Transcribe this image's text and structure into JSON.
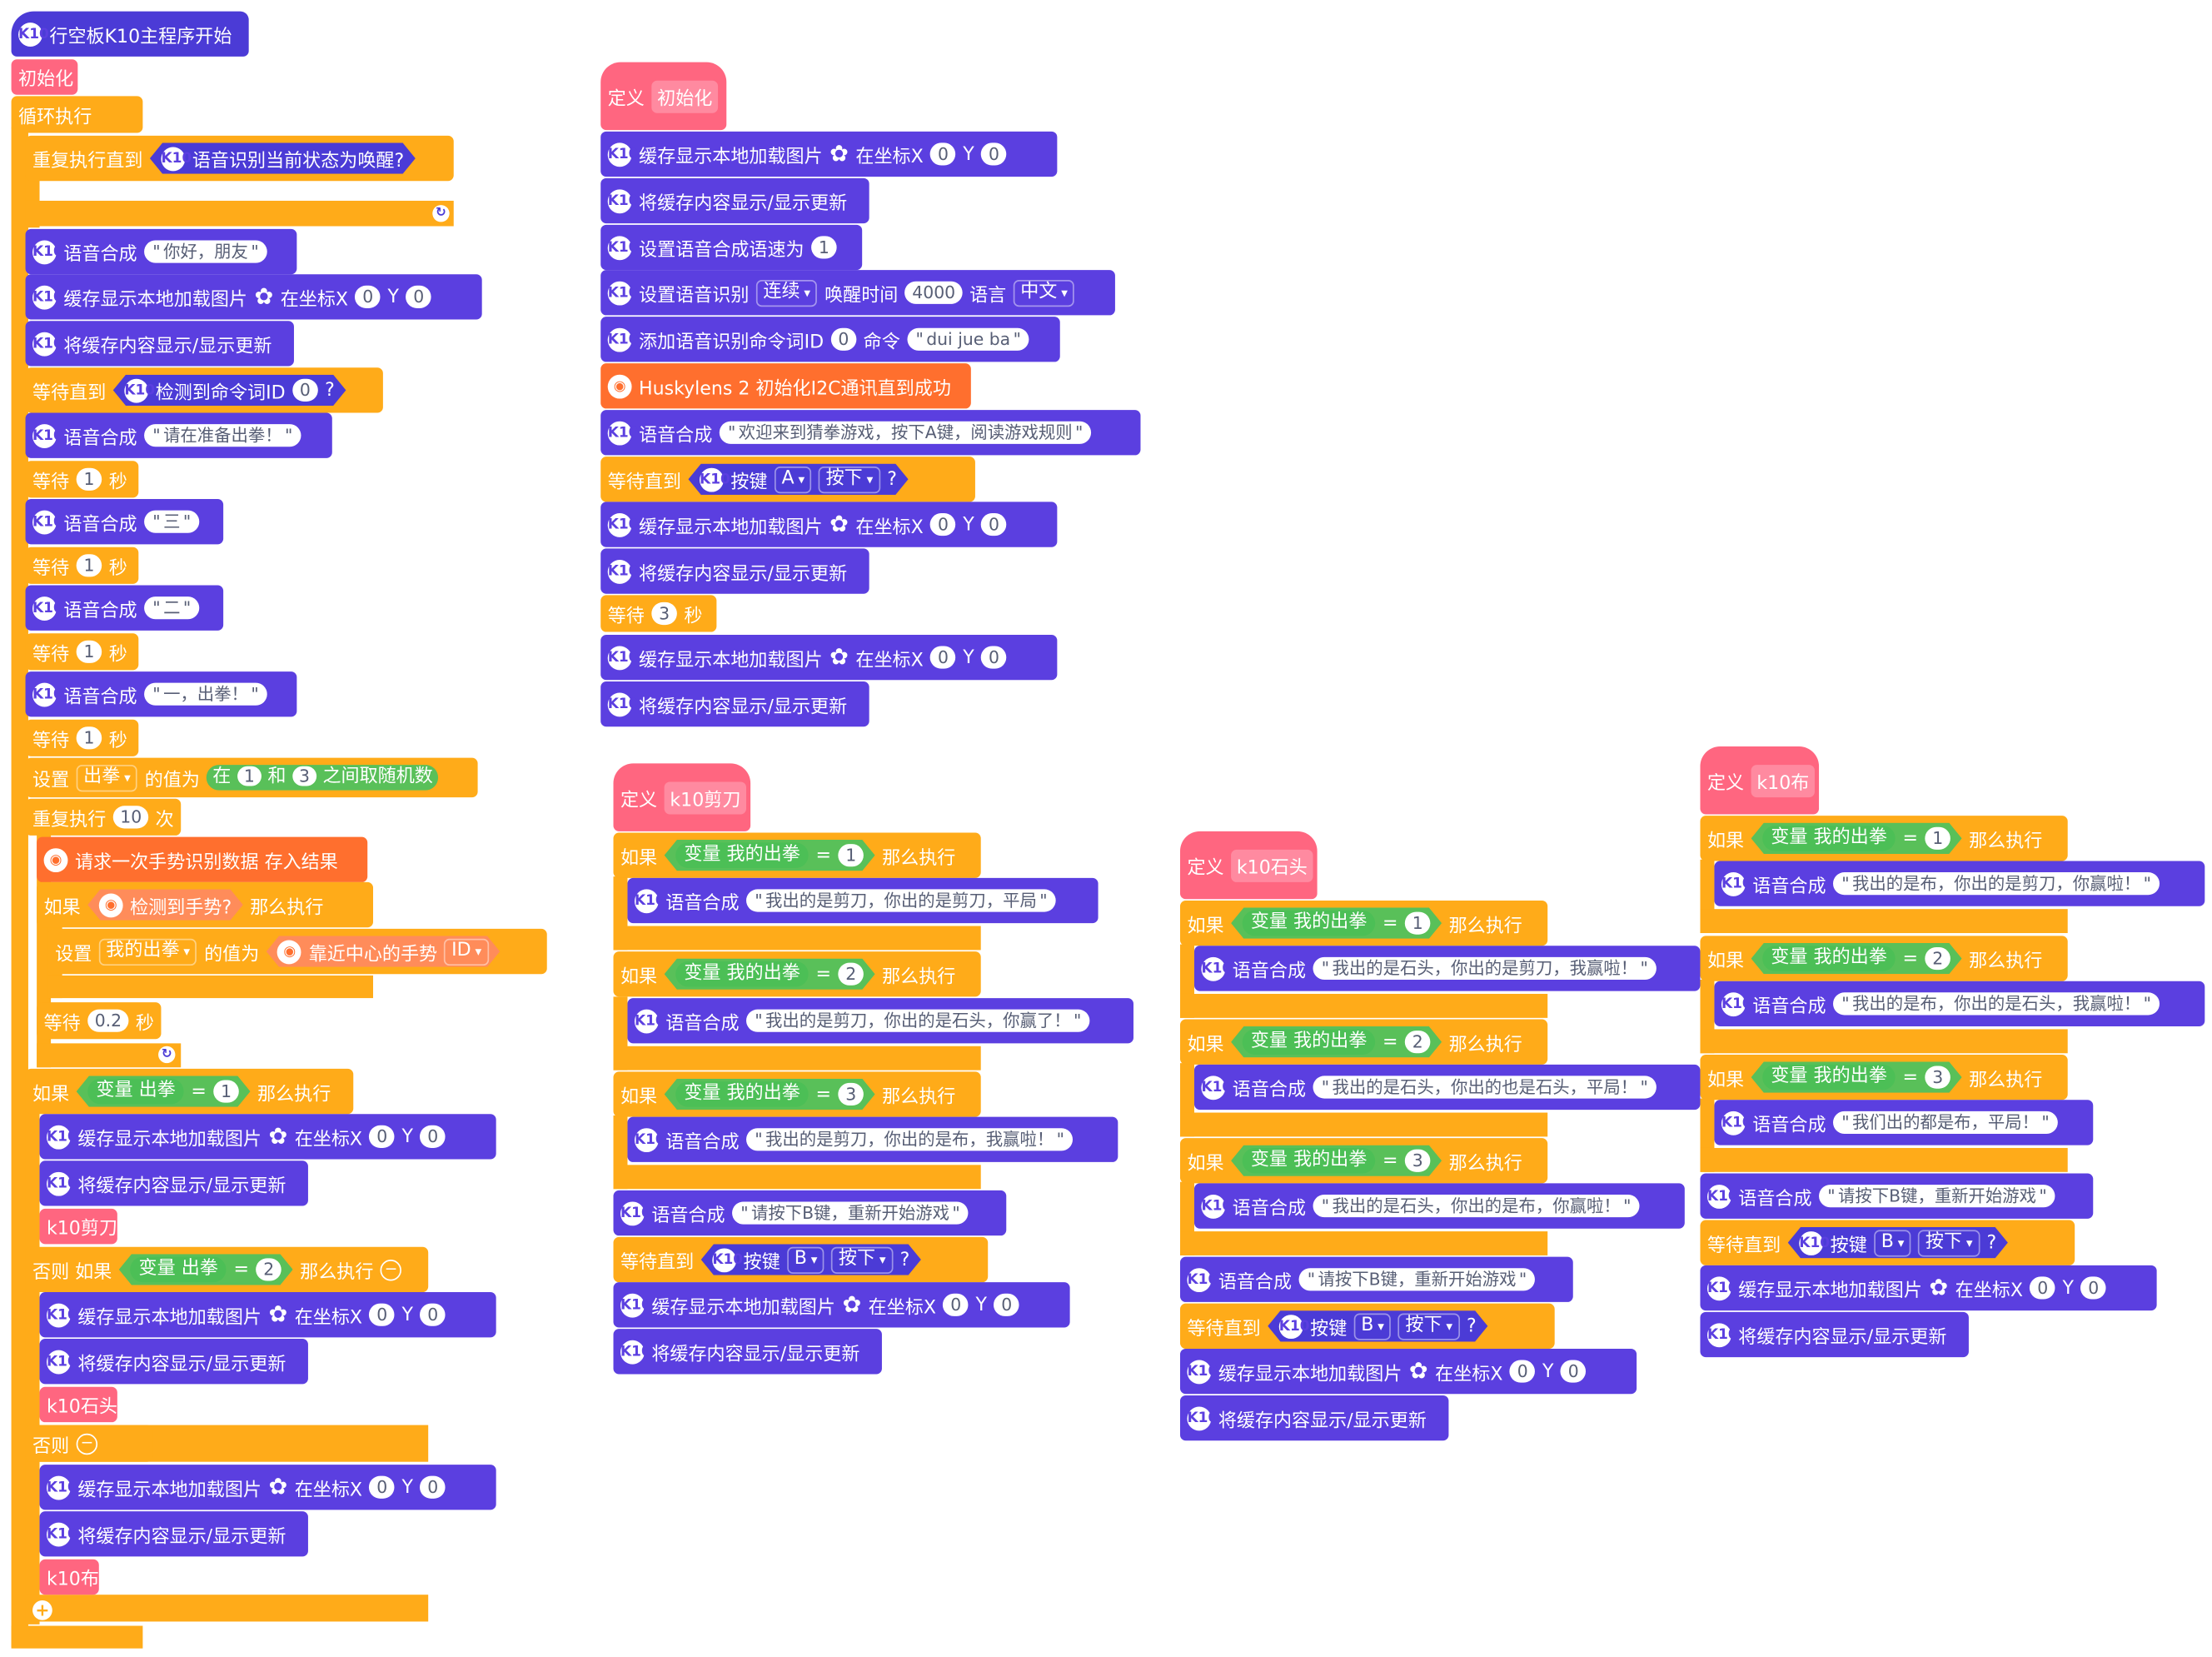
{
  "lbl": {
    "init": "初始化",
    "loop": "循环执行",
    "repeat_until": "重复执行直到",
    "wait_until": "等待直到",
    "wait": "等待",
    "sec": "秒",
    "tts": "语音合成",
    "cache_img": "缓存显示本地加载图片",
    "at_x": "在坐标X",
    "y": "Y",
    "show_update": "将缓存内容显示/显示更新",
    "set": "设置",
    "value_to": "的值为",
    "rand_in": "在",
    "and": "和",
    "rand_between": "之间取随机数",
    "repeat": "重复执行",
    "times": "次",
    "if": "如果",
    "then": "那么执行",
    "else_if": "否则 如果",
    "else": "否则",
    "var": "变量",
    "eq": "=",
    "define": "定义",
    "button": "按键",
    "pressed": "按下",
    "qmark": "?",
    "id_label": "ID",
    "k10_badge": "K10",
    "num_0": "0",
    "num_1": "1",
    "num_2": "2",
    "num_3": "3",
    "num_4000": "4000",
    "num_10": "10",
    "num_02": "0.2"
  },
  "main": {
    "hat": "行空板K10主程序开始",
    "wake_status": "语音识别当前状态为唤醒?",
    "s_hello": "你好，朋友",
    "detect_cmd": "检测到命令词ID",
    "s_ready": "请在准备出拳！",
    "s_three": "三",
    "s_two": "二",
    "s_one": "一，出拳！",
    "var_chuquan": "出拳",
    "husky_request": "请求一次手势识别数据 存入结果",
    "husky_detected": "检测到手势?",
    "var_mine": "我的出拳",
    "husky_nearest": "靠近中心的手势",
    "call_scissors": "k10剪刀",
    "call_rock": "k10石头",
    "call_paper": "k10布"
  },
  "init_def": {
    "name": "初始化",
    "set_speed": "设置语音合成语速为",
    "speech_set": "设置语音识别",
    "mode": "连续",
    "wake_time": "唤醒时间",
    "lang": "语言",
    "lang_val": "中文",
    "add_cmd": "添加语音识别命令词ID",
    "cmd": "命令",
    "cmd_val": "dui jue ba",
    "husky_init": "Huskylens 2 初始化I2C通讯直到成功",
    "welcome": "欢迎来到猜拳游戏，按下A键，阅读游戏规则",
    "key_a": "A"
  },
  "scissors_def": {
    "name": "k10剪刀",
    "s1": "我出的是剪刀，你出的是剪刀，平局",
    "s2": "我出的是剪刀，你出的是石头，你赢了！",
    "s3": "我出的是剪刀，你出的是布，我赢啦！",
    "restart": "请按下B键，重新开始游戏",
    "key_b": "B"
  },
  "rock_def": {
    "name": "k10石头",
    "s1": "我出的是石头，你出的是剪刀，我赢啦！",
    "s2": "我出的是石头，你出的也是石头，平局！",
    "s3": "我出的是石头，你出的是布，你赢啦！"
  },
  "paper_def": {
    "name": "k10布",
    "s1": "我出的是布，你出的是剪刀，你赢啦！",
    "s2": "我出的是布，你出的是石头，我赢啦！",
    "s3": "我们出的都是布，平局！"
  },
  "colors": {
    "k10_purple": "#5b3fe0",
    "control_orange": "#ffab19",
    "my_block_pink": "#ff6680",
    "operator_green": "#59c059",
    "husky_orange": "#ff6f2e"
  }
}
